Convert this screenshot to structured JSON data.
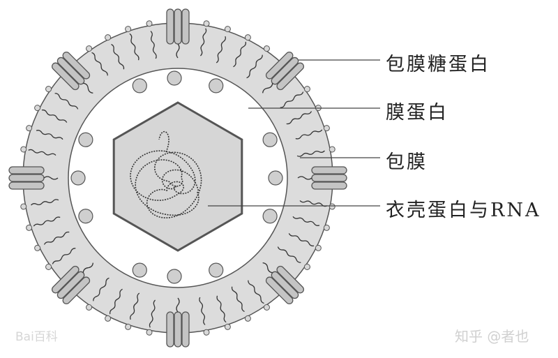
{
  "labels": {
    "envelope_glycoprotein": "包膜糖蛋白",
    "membrane_protein": "膜蛋白",
    "envelope": "包膜",
    "capsid_and_rna": "衣壳蛋白与RNA"
  },
  "watermarks": {
    "zhihu": "知乎 @者也",
    "baidu": "Bai百科"
  },
  "colors": {
    "envelope_fill": "#dcdcdc",
    "outline": "#555555",
    "glycoprotein_fill": "#c4c4c4",
    "capsid_fill": "#d6d6d6",
    "capsid_stroke": "#555555",
    "leader_line": "#444444"
  }
}
